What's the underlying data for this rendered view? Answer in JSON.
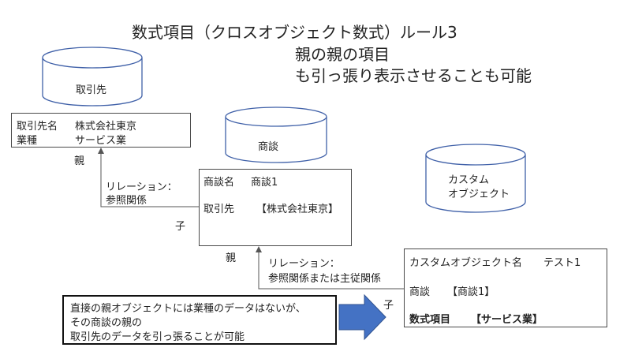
{
  "title": {
    "line1": "数式項目（クロスオブジェクト数式）ルール3",
    "line2": "親の親の項目",
    "line3": "も引っ張り表示させることも可能"
  },
  "cylinders": {
    "account": "取引先",
    "opportunity": "商談",
    "custom_line1": "カスタム",
    "custom_line2": "オブジェクト"
  },
  "account_box": {
    "row1_label": "取引先名",
    "row1_value": "株式会社東京",
    "row2_label": "業種",
    "row2_value": "サービス業"
  },
  "opportunity_box": {
    "row1_label": "商談名",
    "row1_value": "商談1",
    "row2_label": "取引先",
    "row2_value": "【株式会社東京】"
  },
  "custom_box": {
    "row1_label": "カスタムオブジェクト名",
    "row1_value": "テスト1",
    "row2_label": "商談",
    "row2_value": "【商談1】",
    "row3_label": "数式項目",
    "row3_value": "【サービス業】"
  },
  "labels": {
    "parent1": "親",
    "child1": "子",
    "parent2": "親",
    "child2": "子",
    "relation1_line1": "リレーション：",
    "relation1_line2": "参照関係",
    "relation2_line1": "リレーション：",
    "relation2_line2": "参照関係または主従関係"
  },
  "note": {
    "line1": "直接の親オブジェクトには業種のデータはないが、",
    "line2": "その商談の親の",
    "line3": "取引先のデータを引っ張ることが可能"
  },
  "colors": {
    "cylinder_stroke": "#3f60a8",
    "arrow_fill": "#4472c4",
    "line": "#555555"
  }
}
